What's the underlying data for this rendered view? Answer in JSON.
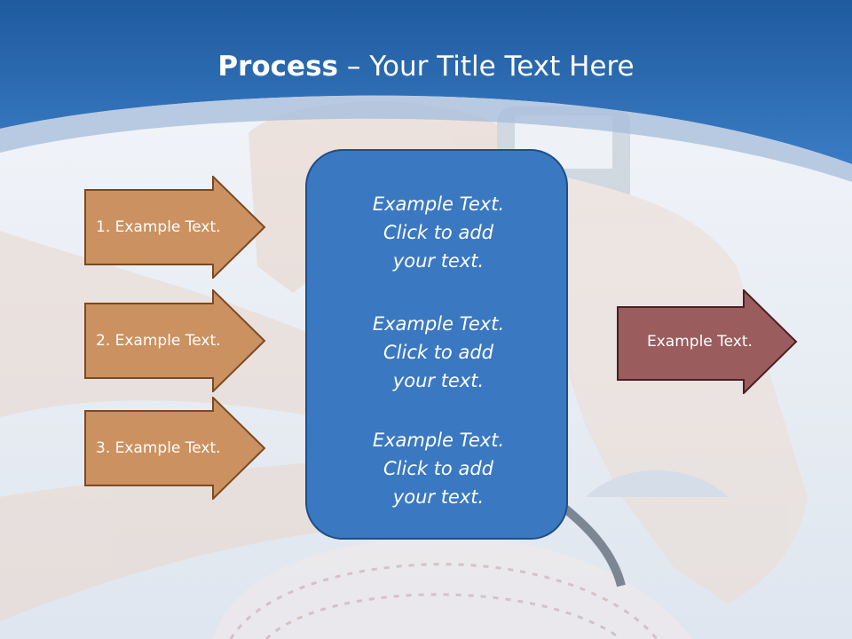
{
  "slide": {
    "title_bold": "Process",
    "title_rest": " – Your Title Text Here"
  },
  "left_arrows": [
    {
      "label": "1. Example Text."
    },
    {
      "label": "2. Example Text."
    },
    {
      "label": "3. Example Text."
    }
  ],
  "center_box": {
    "blocks": [
      {
        "lines": [
          "Example Text.",
          "Click  to add",
          "your text."
        ]
      },
      {
        "lines": [
          "Example Text.",
          "Click  to add",
          "your text."
        ]
      },
      {
        "lines": [
          "Example Text.",
          "Click  to add",
          "your text."
        ]
      }
    ]
  },
  "right_arrow": {
    "label": "Example Text."
  },
  "colors": {
    "header_blue": "#2e6db4",
    "left_arrow_fill": "#cc9160",
    "left_arrow_border": "#7a4a22",
    "center_box_fill": "#3a78c2",
    "right_arrow_fill": "#9a5c5c",
    "right_arrow_border": "#4a2020"
  }
}
